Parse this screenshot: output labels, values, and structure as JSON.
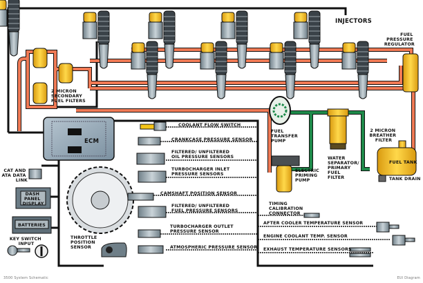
{
  "title": "INJECTORS",
  "colors": {
    "fuel_return_line": "#f07a55",
    "fuel_supply_line": "#1e8a4a",
    "wiring": "#111111",
    "component_yellow": "#f5c518",
    "ecm_body": "#8fa3b3"
  },
  "labels": {
    "injectors": "INJECTORS",
    "fuel_pressure_regulator": [
      "FUEL",
      "PRESSURE",
      "REGULATOR"
    ],
    "secondary_filters": [
      "2 MICRON",
      "SECONDARY",
      "FUEL FILTERS"
    ],
    "ecm": "ECM",
    "cat_data_link": [
      "CAT AND",
      "ATA DATA",
      "LINK"
    ],
    "dash_panel": [
      "DASH",
      "PANEL",
      "DISPLAY"
    ],
    "batteries": "BATTERIES",
    "key_switch": [
      "KEY SWITCH",
      "INPUT"
    ],
    "throttle": [
      "THROTTLE",
      "POSITION",
      "SENSOR"
    ],
    "fuel_transfer_pump": [
      "FUEL",
      "TRANSFER",
      "PUMP"
    ],
    "electric_priming_pump": [
      "ELECTRIC",
      "PRIMING",
      "PUMP"
    ],
    "water_separator": [
      "WATER",
      "SEPARATOR/",
      "PRIMARY",
      "FUEL",
      "FILTER"
    ],
    "breather_filter": [
      "2 MICRON",
      "BREATHER",
      "FILTER"
    ],
    "fuel_tank": "FUEL TANK",
    "tank_drain": "TANK DRAIN",
    "timing_connector": [
      "TIMING",
      "CALIBRATION",
      "CONNECTOR"
    ]
  },
  "sensors_left": [
    [
      "COOLANT FLOW SWITCH"
    ],
    [
      "CRANKCASE PRESSURE SENSOR"
    ],
    [
      "FILTERED/ UNFILTERED",
      "OIL PRESSURE SENSORS"
    ],
    [
      "TURBOCHARGER INLET",
      "PRESSURE SENSORS"
    ],
    [
      "CAMSHAFT POSITION SENSOR"
    ],
    [
      "FILTERED/ UNFILTERED",
      "FUEL PRESSURE SENSORS"
    ],
    [
      "TURBOCHARGER OUTLET",
      "PRESSURE SENSOR"
    ],
    [
      "ATMOSPHERIC PRESSURE SENSOR"
    ]
  ],
  "sensors_right": [
    "AFTER COOLER TEMPERATURE SENSOR",
    "ENGINE COOLANT TEMP. SENSOR",
    "EXHAUST TEMPERATURE SENSORS"
  ],
  "footer": {
    "left": "3500 System Schematic",
    "right": "EUI Diagram"
  }
}
